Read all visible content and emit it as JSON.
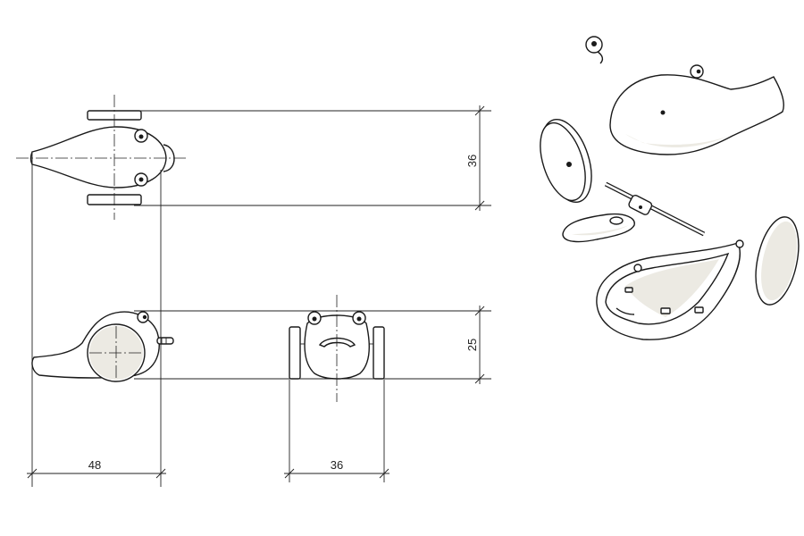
{
  "dimensions": {
    "top_view_width": "36",
    "side_view_height": "25",
    "side_view_length": "48",
    "front_view_width": "36"
  },
  "colors": {
    "line": "#1a1a1a",
    "shading": "#eceae3",
    "background": "#ffffff"
  }
}
